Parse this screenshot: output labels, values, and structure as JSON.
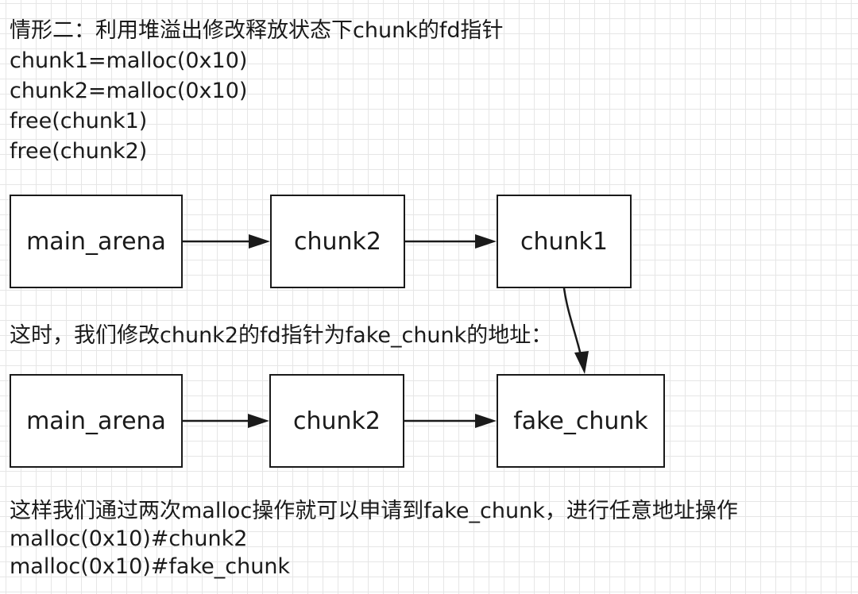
{
  "intro_lines": [
    "情形二：利用堆溢出修改释放状态下chunk的fd指针",
    "chunk1=malloc(0x10)",
    "chunk2=malloc(0x10)",
    "free(chunk1)",
    "free(chunk2)"
  ],
  "diagram_top": {
    "nodes": [
      "main_arena",
      "chunk2",
      "chunk1"
    ]
  },
  "middle_note": "这时，我们修改chunk2的fd指针为fake_chunk的地址：",
  "diagram_bottom": {
    "nodes": [
      "main_arena",
      "chunk2",
      "fake_chunk"
    ]
  },
  "outro_lines": [
    "这样我们通过两次malloc操作就可以申请到fake_chunk，进行任意地址操作",
    "malloc(0x10)#chunk2",
    "malloc(0x10)#fake_chunk"
  ],
  "colors": {
    "stroke": "#1a1a1a",
    "grid": "#e6e6e6",
    "background": "#ffffff"
  }
}
